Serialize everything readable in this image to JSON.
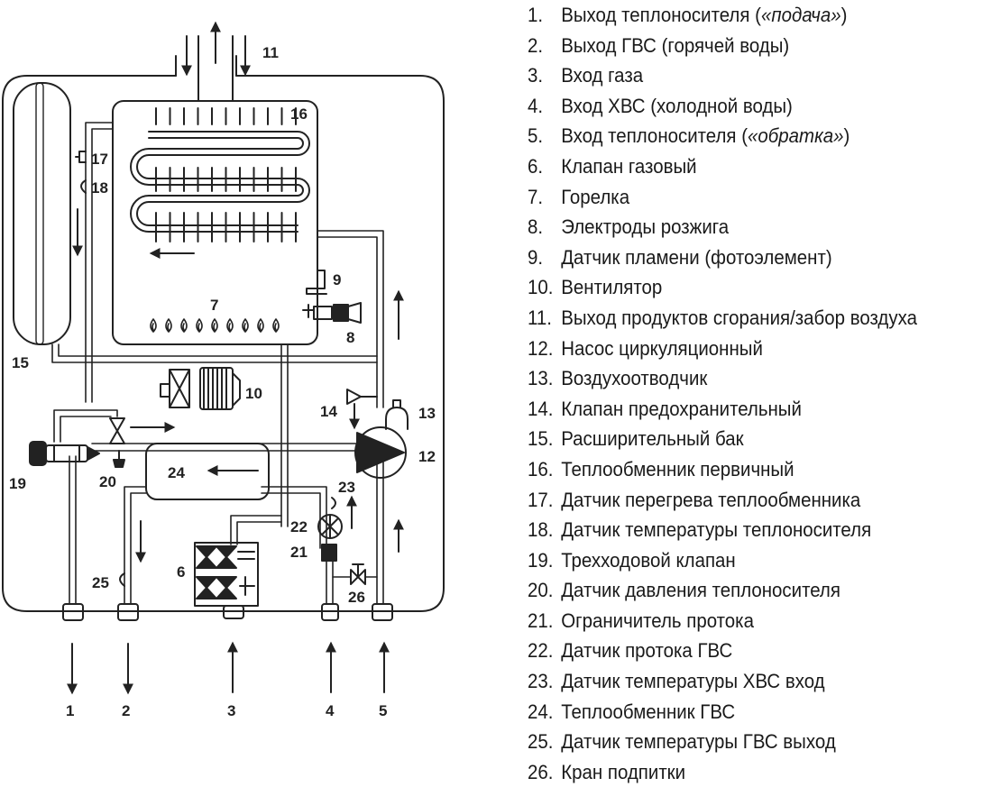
{
  "diagram": {
    "callouts": [
      "1",
      "2",
      "3",
      "4",
      "5",
      "6",
      "7",
      "8",
      "9",
      "10",
      "11",
      "12",
      "13",
      "14",
      "15",
      "16",
      "17",
      "18",
      "19",
      "20",
      "21",
      "22",
      "23",
      "24",
      "25",
      "26"
    ]
  },
  "legend": [
    {
      "num": "1.",
      "pre": "Выход теплоносителя (",
      "em": "«подача»",
      "post": ")"
    },
    {
      "num": "2.",
      "text": "Выход ГВС (горячей воды)"
    },
    {
      "num": "3.",
      "text": "Вход газа"
    },
    {
      "num": "4.",
      "text": "Вход ХВС (холодной воды)"
    },
    {
      "num": "5.",
      "pre": "Вход теплоносителя (",
      "em": "«обратка»",
      "post": ")"
    },
    {
      "num": "6.",
      "text": "Клапан газовый"
    },
    {
      "num": "7.",
      "text": "Горелка"
    },
    {
      "num": "8.",
      "text": "Электроды розжига"
    },
    {
      "num": "9.",
      "text": "Датчик пламени (фотоэлемент)"
    },
    {
      "num": "10.",
      "text": "Вентилятор"
    },
    {
      "num": "11.",
      "text": "Выход продуктов сгорания/забор воздуха"
    },
    {
      "num": "12.",
      "text": "Насос циркуляционный"
    },
    {
      "num": "13.",
      "text": "Воздухоотводчик"
    },
    {
      "num": "14.",
      "text": "Клапан предохранительный"
    },
    {
      "num": "15.",
      "text": "Расширительный бак"
    },
    {
      "num": "16.",
      "text": "Теплообменник первичный"
    },
    {
      "num": "17.",
      "text": "Датчик перегрева теплообменника"
    },
    {
      "num": "18.",
      "text": "Датчик температуры теплоносителя"
    },
    {
      "num": "19.",
      "text": "Трехходовой клапан"
    },
    {
      "num": "20.",
      "text": "Датчик давления теплоносителя"
    },
    {
      "num": "21.",
      "text": "Ограничитель протока"
    },
    {
      "num": "22.",
      "text": "Датчик протока ГВС"
    },
    {
      "num": "23.",
      "text": "Датчик температуры ХВС вход"
    },
    {
      "num": "24.",
      "text": "Теплообменник ГВС"
    },
    {
      "num": "25.",
      "text": "Датчик температуры ГВС выход"
    },
    {
      "num": "26.",
      "text": "Кран подпитки"
    }
  ]
}
